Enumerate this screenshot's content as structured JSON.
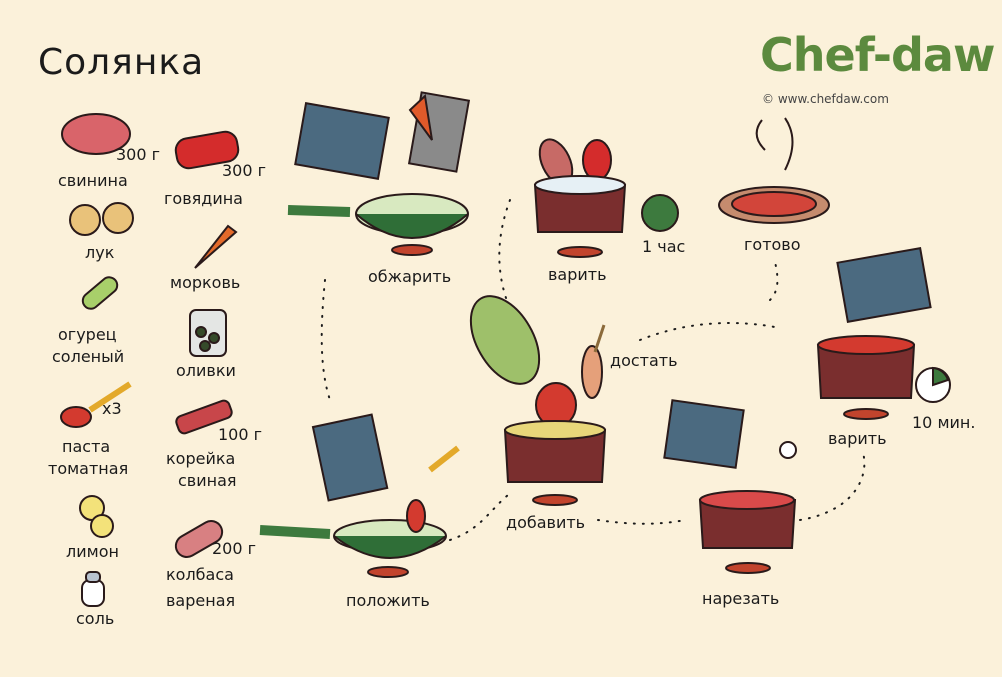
{
  "title": "Солянка",
  "brand": {
    "name": "Chef-daw",
    "site": "© www.chefdaw.com",
    "color": "#5c8a3e"
  },
  "ingredients": [
    {
      "name": "свинина",
      "amount": "300 г"
    },
    {
      "name": "говядина",
      "amount": "300 г"
    },
    {
      "name": "лук"
    },
    {
      "name": "морковь"
    },
    {
      "name": "огурец соленый"
    },
    {
      "name": "оливки"
    },
    {
      "name": "паста томатная",
      "amount": "x3"
    },
    {
      "name": "корейка свиная",
      "amount": "100 г"
    },
    {
      "name": "лимон"
    },
    {
      "name": "колбаса вареная",
      "amount": "200 г"
    },
    {
      "name": "соль"
    }
  ],
  "labels": {
    "pork": "свинина",
    "pork_amt": "300 г",
    "beef": "говядина",
    "beef_amt": "300 г",
    "onion": "лук",
    "carrot": "морковь",
    "cucumber_1": "огурец",
    "cucumber_2": "соленый",
    "olives": "оливки",
    "paste_1": "паста",
    "paste_2": "томатная",
    "paste_amt": "x3",
    "loin_1": "корейка",
    "loin_2": "свиная",
    "loin_amt": "100 г",
    "lemon": "лимон",
    "sausage_1": "колбаса",
    "sausage_2": "вареная",
    "sausage_amt": "200 г",
    "salt": "соль"
  },
  "steps": {
    "fry": "обжарить",
    "boil": "варить",
    "boil_time": "1 час",
    "ready": "готово",
    "take_out": "достать",
    "put": "положить",
    "add": "добавить",
    "cut": "нарезать",
    "boil2": "варить",
    "boil2_time": "10 мин."
  }
}
